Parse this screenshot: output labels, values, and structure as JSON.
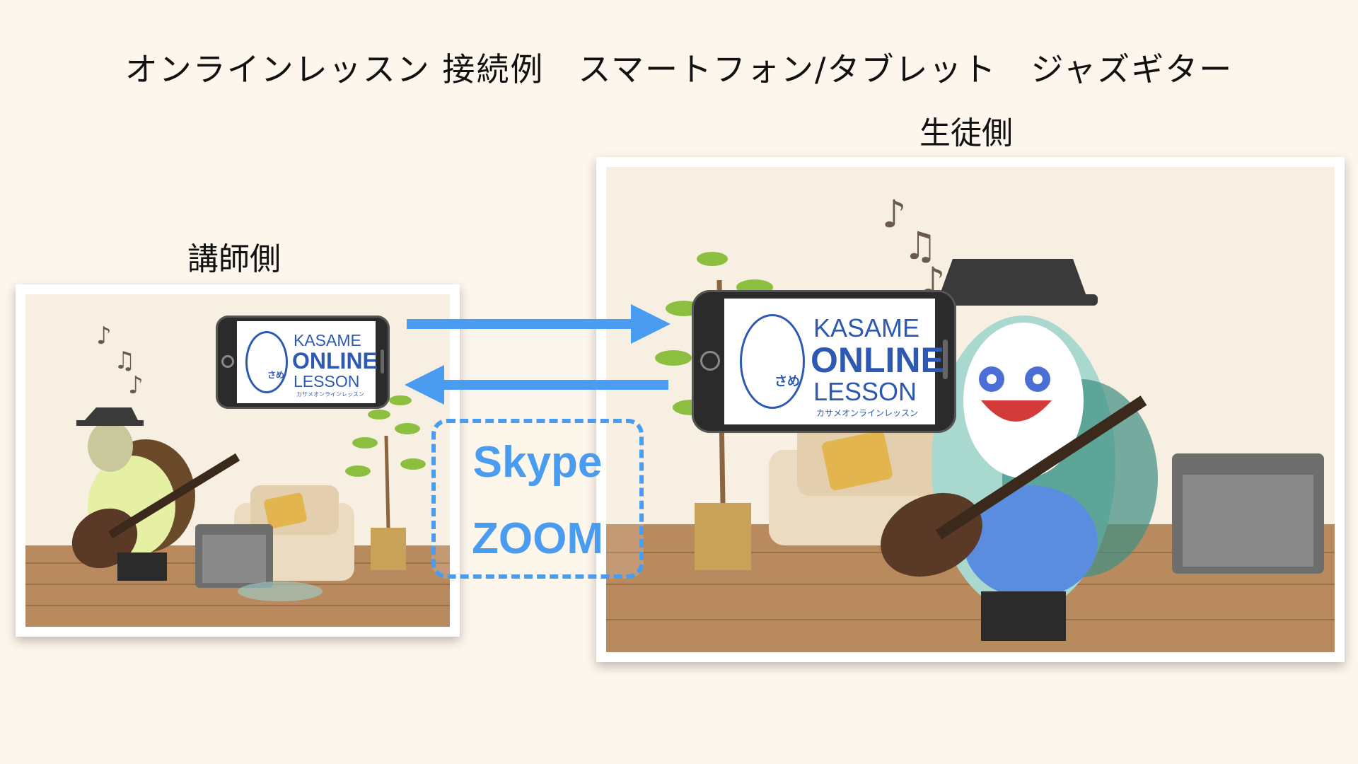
{
  "title": "オンラインレッスン 接続例　スマートフォン/タブレット　ジャズギター",
  "teacher": {
    "label": "講師側"
  },
  "student": {
    "label": "生徒側"
  },
  "apps": [
    "Skype",
    "ZOOM"
  ],
  "logo": {
    "line1": "KASAME",
    "line2": "ONLINE",
    "line3": "LESSON",
    "line4": "カサメオンラインレッスン",
    "emblem": "さめ"
  },
  "colors": {
    "background": "#fdf6ec",
    "arrow": "#4a9cf0",
    "logo": "#2d59b3",
    "floor": "#b98a5e",
    "wall": "#f8efe3"
  }
}
